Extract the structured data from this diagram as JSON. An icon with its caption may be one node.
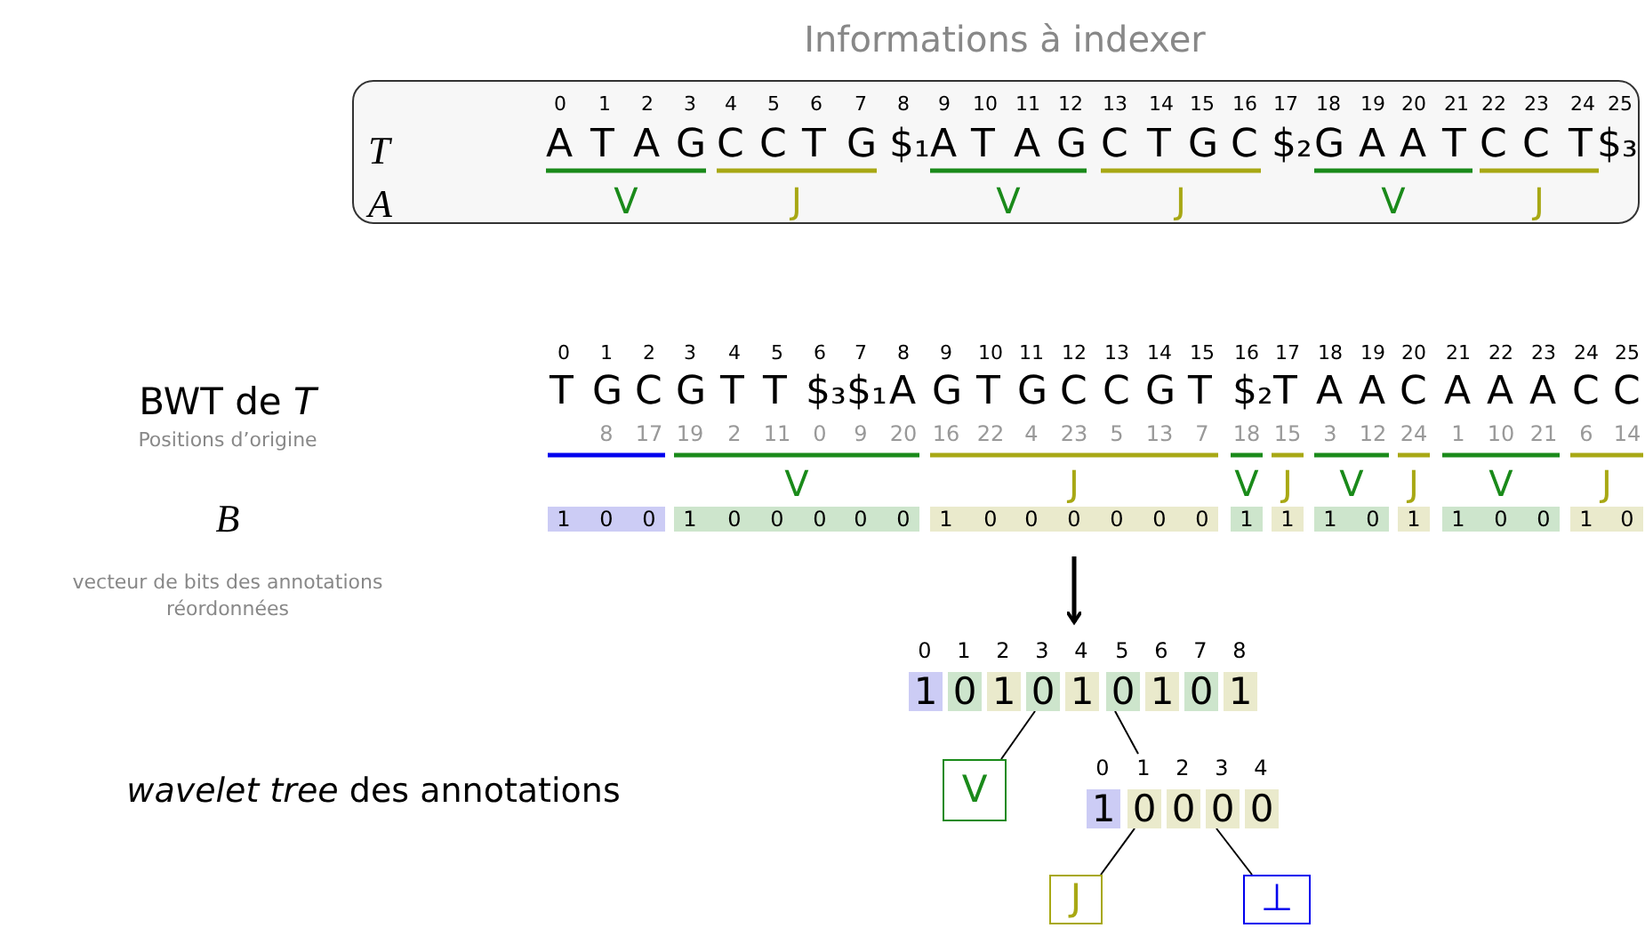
{
  "diagram": {
    "title": "Informations à indexer",
    "nodes": [
      {
        "text": [
          "T",
          "A",
          "0",
          "1",
          "2",
          "3",
          "4",
          "5",
          "6",
          "7",
          "8",
          "9",
          "10",
          "11",
          "12",
          "13",
          "14",
          "15",
          "16",
          "17",
          "18",
          "19",
          "20",
          "21",
          "22",
          "23",
          "24",
          "25",
          "A",
          "T",
          "A",
          "G",
          "C",
          "C",
          "T",
          "G",
          "$₁",
          "A",
          "T",
          "A",
          "G",
          "C",
          "T",
          "G",
          "C",
          "$₂",
          "G",
          "A",
          "A",
          "T",
          "C",
          "C",
          "T",
          "$₃",
          "V",
          "J",
          "V",
          "J",
          "V",
          "J"
        ]
      },
      {
        "text": [
          "1",
          "0",
          "1",
          "0",
          "1",
          "0",
          "1",
          "0",
          "1"
        ],
        "beside": [
          "0",
          "1",
          "2",
          "3",
          "4",
          "5",
          "6",
          "7",
          "8"
        ]
      },
      {
        "text": [
          "V"
        ]
      },
      {
        "text": [
          "1",
          "0",
          "0",
          "0",
          "0"
        ],
        "beside": [
          "0",
          "1",
          "2",
          "3",
          "4"
        ]
      },
      {
        "text": [
          "J"
        ]
      },
      {
        "text": [
          "⊥"
        ]
      }
    ],
    "edges": [
      {
        "from": null,
        "to": 1,
        "arrow": "to",
        "style": "thick"
      },
      {
        "from": 1,
        "to": 2,
        "arrow": "none"
      },
      {
        "from": 1,
        "to": 3,
        "arrow": "none"
      },
      {
        "from": 3,
        "to": 4,
        "arrow": "none"
      },
      {
        "from": 3,
        "to": 5,
        "arrow": "none"
      }
    ],
    "labels": [
      "BWT de *T*",
      "Positions d’origine",
      "0",
      "1",
      "2",
      "3",
      "4",
      "5",
      "6",
      "7",
      "8",
      "9",
      "10",
      "11",
      "12",
      "13",
      "14",
      "15",
      "16",
      "17",
      "18",
      "19",
      "20",
      "21",
      "22",
      "23",
      "24",
      "25",
      "T",
      "G",
      "C",
      "G",
      "T",
      "T",
      "$₃",
      "$₁",
      "A",
      "G",
      "T",
      "G",
      "C",
      "C",
      "G",
      "T",
      "$₂",
      "T",
      "A",
      "A",
      "C",
      "A",
      "A",
      "A",
      "C",
      "C",
      "8",
      "17",
      "19",
      "2",
      "11",
      "0",
      "9",
      "20",
      "16",
      "22",
      "4",
      "23",
      "5",
      "13",
      "7",
      "18",
      "15",
      "3",
      "12",
      "24",
      "1",
      "10",
      "21",
      "6",
      "14",
      "V",
      "J",
      "V",
      "J",
      "V",
      "J",
      "V",
      "J",
      "1",
      "0",
      "0",
      "1",
      "0",
      "0",
      "0",
      "0",
      "0",
      "1",
      "0",
      "0",
      "0",
      "0",
      "0",
      "0",
      "1",
      "1",
      "1",
      "0",
      "1",
      "1",
      "0",
      "0",
      "1",
      "0",
      "B",
      "vecteur de bits des annotations réordonnées",
      "*wavelet tree* des annotations"
    ]
  }
}
